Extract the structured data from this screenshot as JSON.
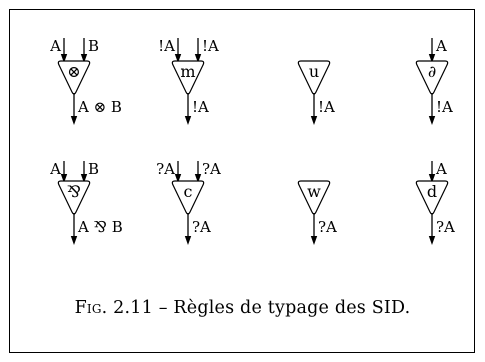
{
  "rules": [
    {
      "id": "tensor",
      "node": "⊗",
      "inputs": [
        "A",
        "B"
      ],
      "output": "A ⊗ B"
    },
    {
      "id": "m",
      "node": "m",
      "inputs": [
        "!A",
        "!A"
      ],
      "output": "!A"
    },
    {
      "id": "u",
      "node": "u",
      "inputs": [],
      "output": "!A"
    },
    {
      "id": "der",
      "node": "∂",
      "inputs": [
        "A"
      ],
      "output": "!A"
    },
    {
      "id": "par",
      "node": "⅋",
      "inputs": [
        "A",
        "B"
      ],
      "output": "A ⅋ B"
    },
    {
      "id": "c",
      "node": "c",
      "inputs": [
        "?A",
        "?A"
      ],
      "output": "?A"
    },
    {
      "id": "w",
      "node": "w",
      "inputs": [],
      "output": "?A"
    },
    {
      "id": "d",
      "node": "d",
      "inputs": [
        "A"
      ],
      "output": "?A"
    }
  ],
  "caption": {
    "prefix": "Fig. 2.11",
    "separator": "–",
    "text": "Règles de typage des SID."
  }
}
